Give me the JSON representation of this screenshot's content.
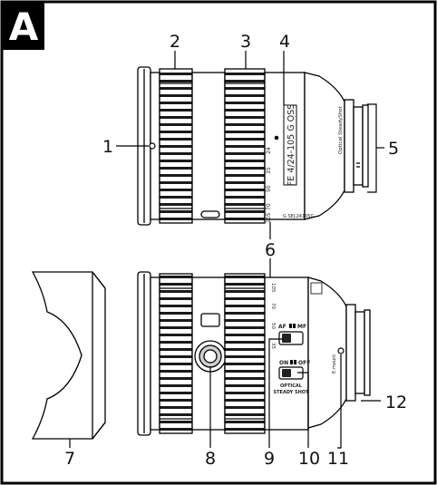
{
  "figure": {
    "badge": "A",
    "callouts": [
      "1",
      "2",
      "3",
      "4",
      "5",
      "6",
      "7",
      "8",
      "9",
      "10",
      "11",
      "12"
    ],
    "lens_name": "FE 4/24-105 G OSS",
    "zoom_marks": [
      "24",
      "35",
      "50",
      "70",
      "105"
    ],
    "mount_text": "Optical SteadyShot",
    "focus_switch": {
      "af": "AF",
      "mf": "MF"
    },
    "oss_switch": {
      "on": "ON",
      "off": "OFF",
      "label_line1": "OPTICAL",
      "label_line2": "STEADY SHOT"
    },
    "mount_index": "E-mount"
  }
}
